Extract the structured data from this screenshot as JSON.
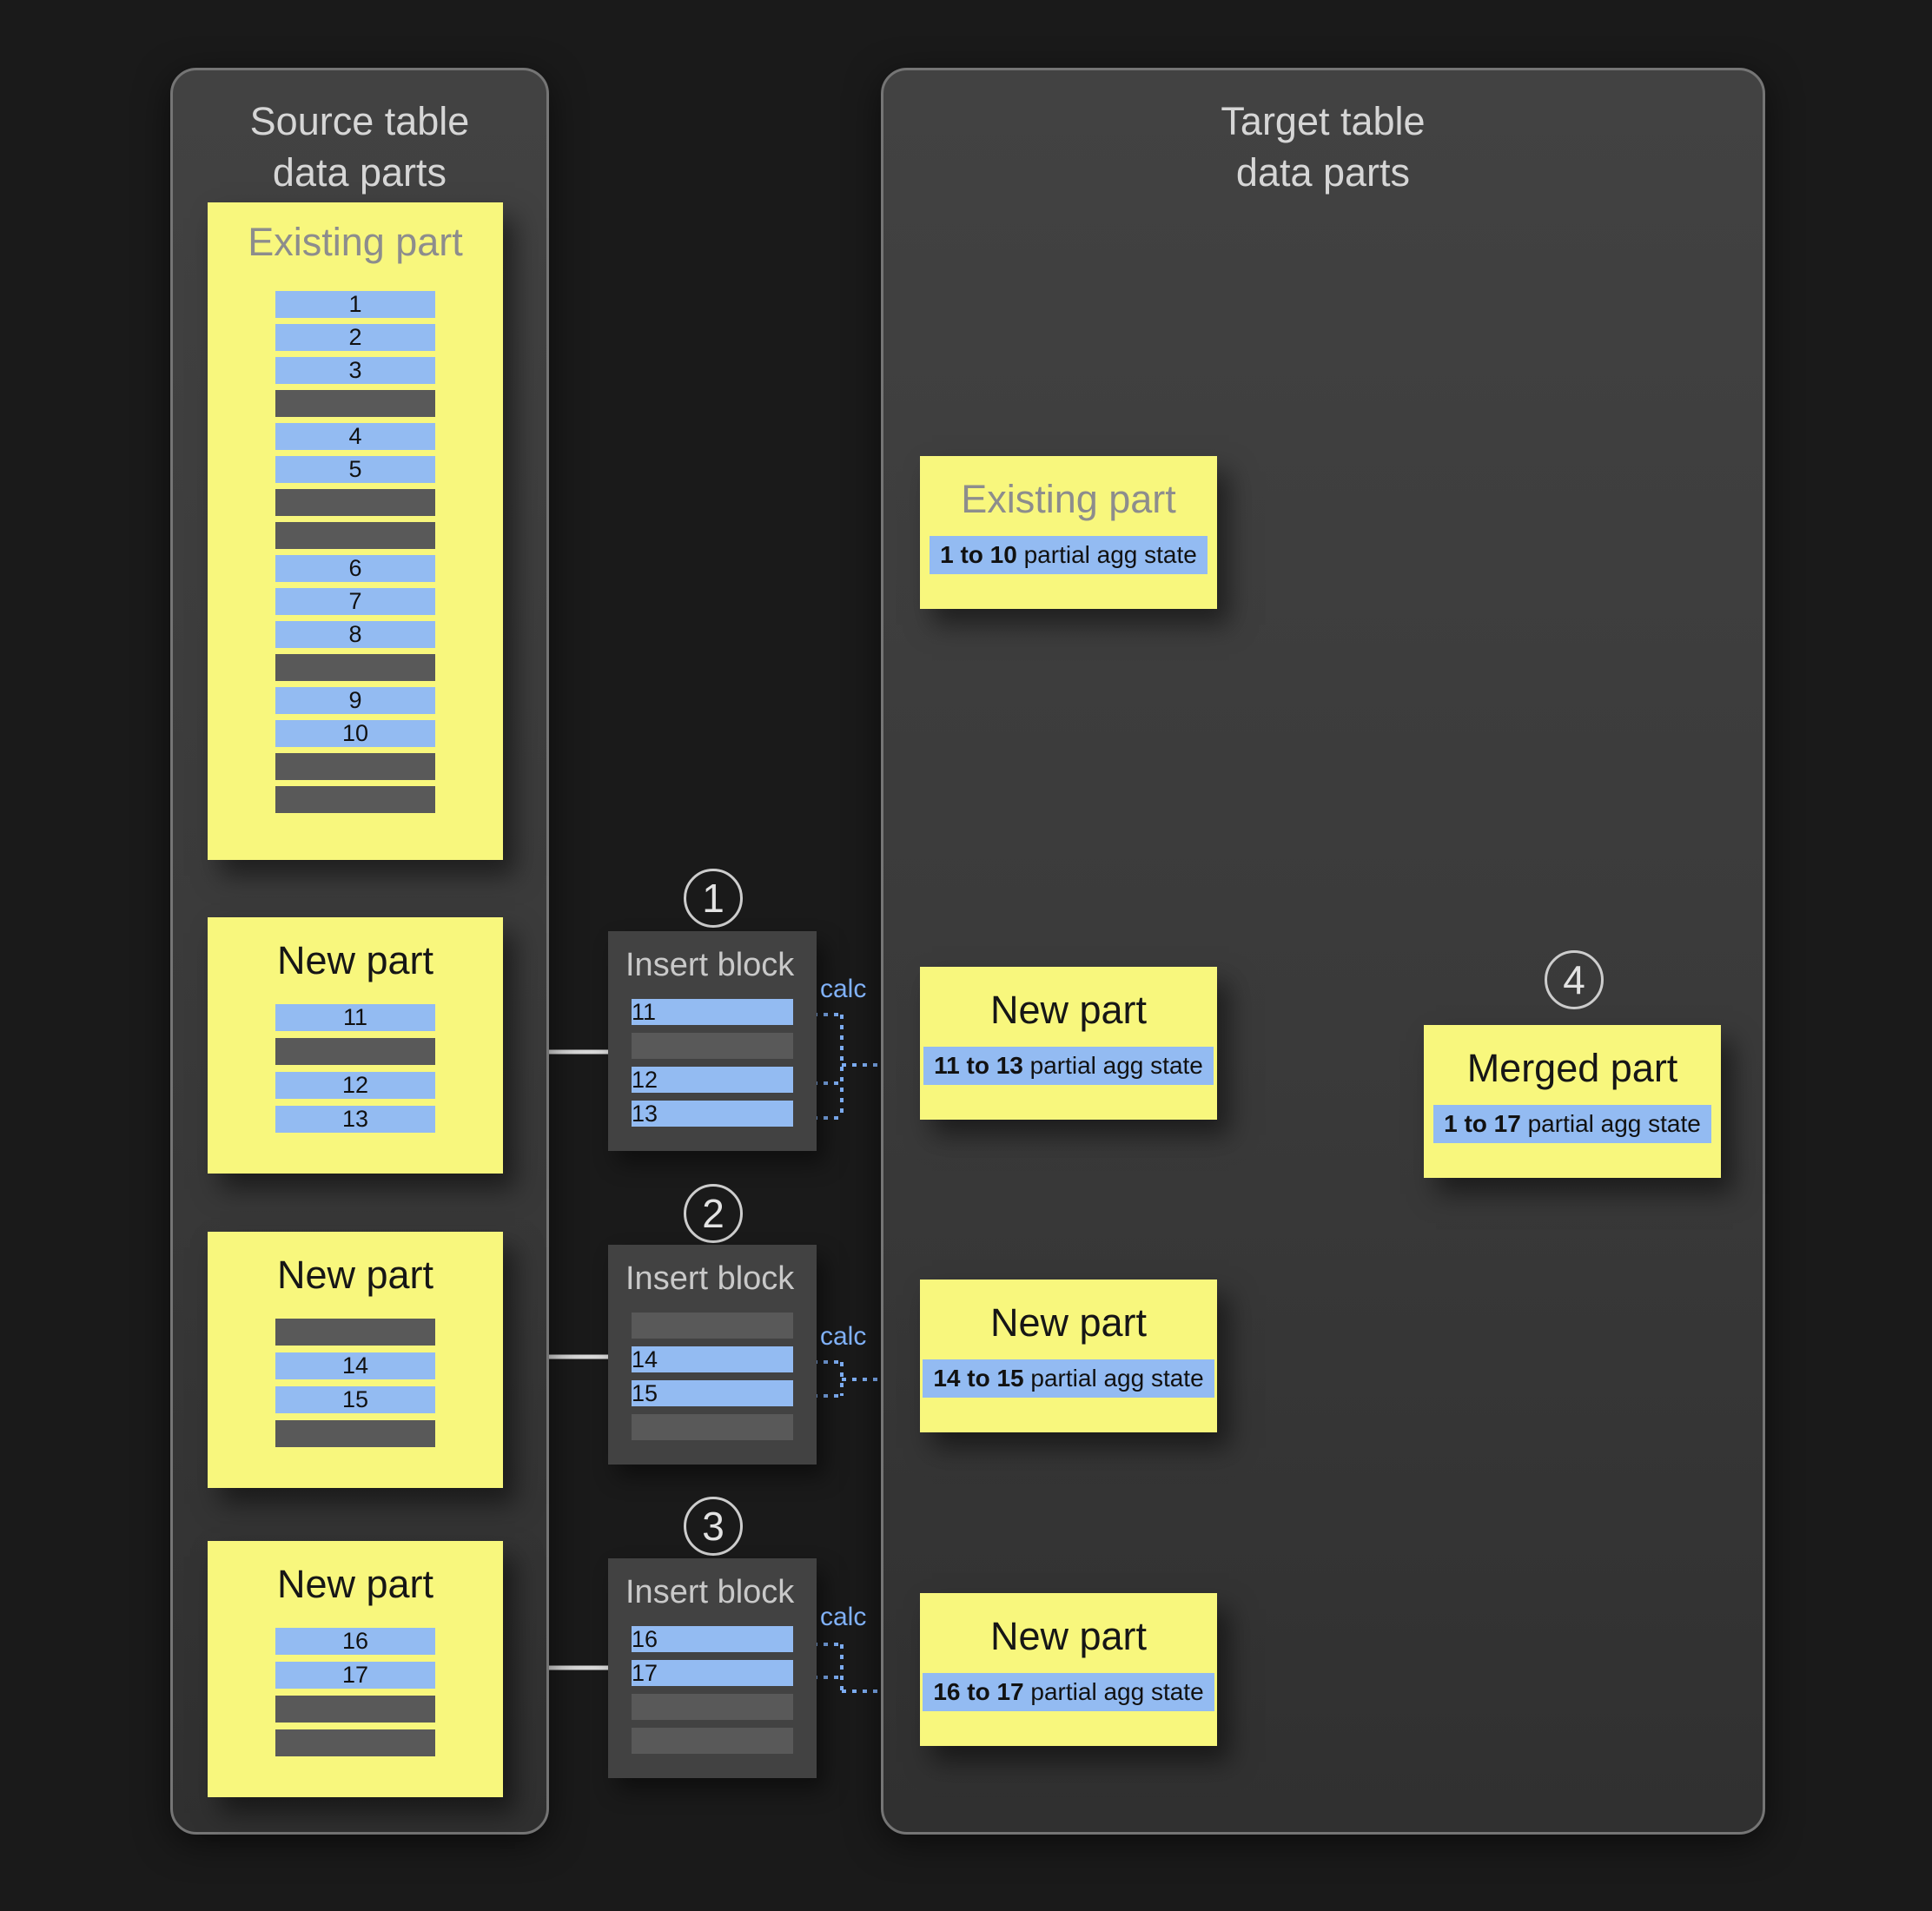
{
  "colors": {
    "page_bg": "#1a1a1a",
    "panel_bg": "#3a3a3a",
    "panel_border": "#757575",
    "card_yellow": "#f8f77d",
    "row_blue": "#93bbf2",
    "row_gray": "#595959",
    "block_bg": "#424242",
    "calc_blue": "#80b1f8",
    "solid_arrow": "#d9d9d9",
    "merge_arrow": "#9a9a9a"
  },
  "source_panel": {
    "title_lines": [
      "Source table",
      "data parts"
    ],
    "existing_part": {
      "title": "Existing part",
      "rows": [
        "1",
        "2",
        "3",
        "",
        "4",
        "5",
        "",
        "",
        "6",
        "7",
        "8",
        "",
        "9",
        "10",
        "",
        ""
      ]
    },
    "new_parts": [
      {
        "title": "New part",
        "rows": [
          "11",
          "",
          "12",
          "13"
        ]
      },
      {
        "title": "New part",
        "rows": [
          "",
          "14",
          "15",
          ""
        ]
      },
      {
        "title": "New part",
        "rows": [
          "16",
          "17",
          "",
          ""
        ]
      }
    ]
  },
  "insert_blocks": [
    {
      "step": "1",
      "title": "Insert block",
      "calc_label": "calc",
      "rows": [
        "11",
        "",
        "12",
        "13"
      ]
    },
    {
      "step": "2",
      "title": "Insert block",
      "calc_label": "calc",
      "rows": [
        "",
        "14",
        "15",
        ""
      ]
    },
    {
      "step": "3",
      "title": "Insert block",
      "calc_label": "calc",
      "rows": [
        "16",
        "17",
        "",
        ""
      ]
    }
  ],
  "target_panel": {
    "title_lines": [
      "Target table",
      "data parts"
    ],
    "parts": [
      {
        "title": "Existing part",
        "title_muted": true,
        "range": "1 to 10",
        "suffix": "partial agg state"
      },
      {
        "title": "New part",
        "title_muted": false,
        "range": "11 to 13",
        "suffix": "partial agg state"
      },
      {
        "title": "New part",
        "title_muted": false,
        "range": "14 to 15",
        "suffix": "partial agg state"
      },
      {
        "title": "New part",
        "title_muted": false,
        "range": "16 to 17",
        "suffix": "partial agg state"
      }
    ],
    "merged_part": {
      "step": "4",
      "title": "Merged part",
      "range": "1 to 17",
      "suffix": "partial agg state"
    }
  }
}
